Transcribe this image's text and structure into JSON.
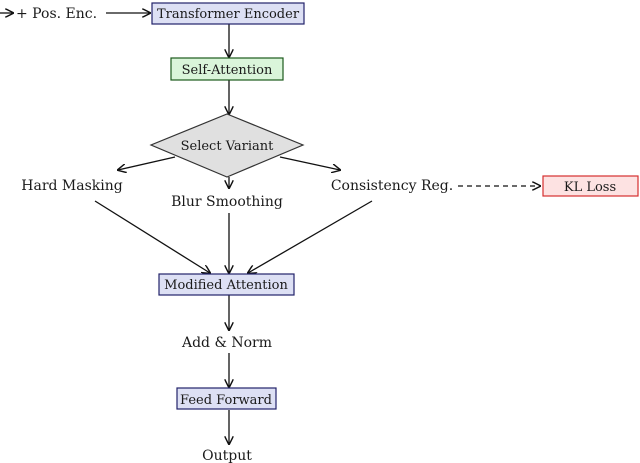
{
  "diagram": {
    "nodes": {
      "input_label": "+ Pos. Enc.",
      "transformer_encoder": "Transformer Encoder",
      "self_attention": "Self-Attention",
      "select_variant": "Select Variant",
      "hard_masking": "Hard Masking",
      "blur_smoothing": "Blur Smoothing",
      "consistency_reg": "Consistency Reg.",
      "kl_loss": "KL Loss",
      "modified_attention": "Modified Attention",
      "add_norm": "Add & Norm",
      "feed_forward": "Feed Forward",
      "output": "Output"
    },
    "colors": {
      "encoder_fill": "#dde0f4",
      "encoder_stroke": "#22226a",
      "attention_fill": "#daf5da",
      "attention_stroke": "#1c5a1c",
      "diamond_fill": "#e0e0e0",
      "kl_fill": "#fde2e2",
      "kl_stroke": "#d53030",
      "line": "#111111"
    }
  }
}
